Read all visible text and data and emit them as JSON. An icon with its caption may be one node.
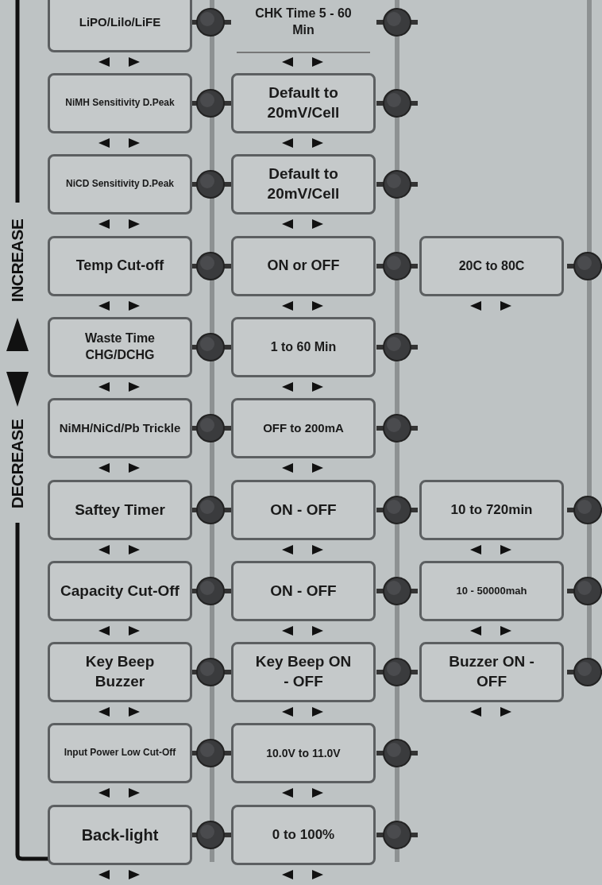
{
  "diagram": {
    "nodes": [
      {
        "text": [
          "LiPO/Lilo/LiFE"
        ]
      },
      {
        "text": [
          "CHK Time 5 - 60 Min"
        ]
      },
      {
        "text": [
          "NiMH Sensitivity D.Peak"
        ]
      },
      {
        "text": [
          "Default to 20mV/Cell"
        ]
      },
      {
        "text": [
          "NiCD Sensitivity D.Peak"
        ]
      },
      {
        "text": [
          "Default to 20mV/Cell"
        ]
      },
      {
        "text": [
          "Temp Cut-off"
        ]
      },
      {
        "text": [
          "ON or OFF"
        ]
      },
      {
        "text": [
          "20C to 80C"
        ]
      },
      {
        "text": [
          "Waste Time CHG/DCHG"
        ]
      },
      {
        "text": [
          "1 to 60 Min"
        ]
      },
      {
        "text": [
          "NiMH/NiCd/Pb Trickle"
        ]
      },
      {
        "text": [
          "OFF to 200mA"
        ]
      },
      {
        "text": [
          "Saftey Timer"
        ]
      },
      {
        "text": [
          "ON - OFF"
        ]
      },
      {
        "text": [
          "10 to 720min"
        ]
      },
      {
        "text": [
          "Capacity Cut-Off"
        ]
      },
      {
        "text": [
          "ON - OFF"
        ]
      },
      {
        "text": [
          "10 - 50000mah"
        ]
      },
      {
        "text": [
          "Key Beep Buzzer"
        ]
      },
      {
        "text": [
          "Key Beep ON - OFF"
        ]
      },
      {
        "text": [
          "Buzzer ON - OFF"
        ]
      },
      {
        "text": [
          "Input Power Low Cut-Off"
        ]
      },
      {
        "text": [
          "10.0V to 11.0V"
        ]
      },
      {
        "text": [
          "Back-light"
        ]
      },
      {
        "text": [
          "0 to 100%"
        ]
      }
    ],
    "labels": [
      "INCREASE",
      "DECREASE"
    ]
  }
}
